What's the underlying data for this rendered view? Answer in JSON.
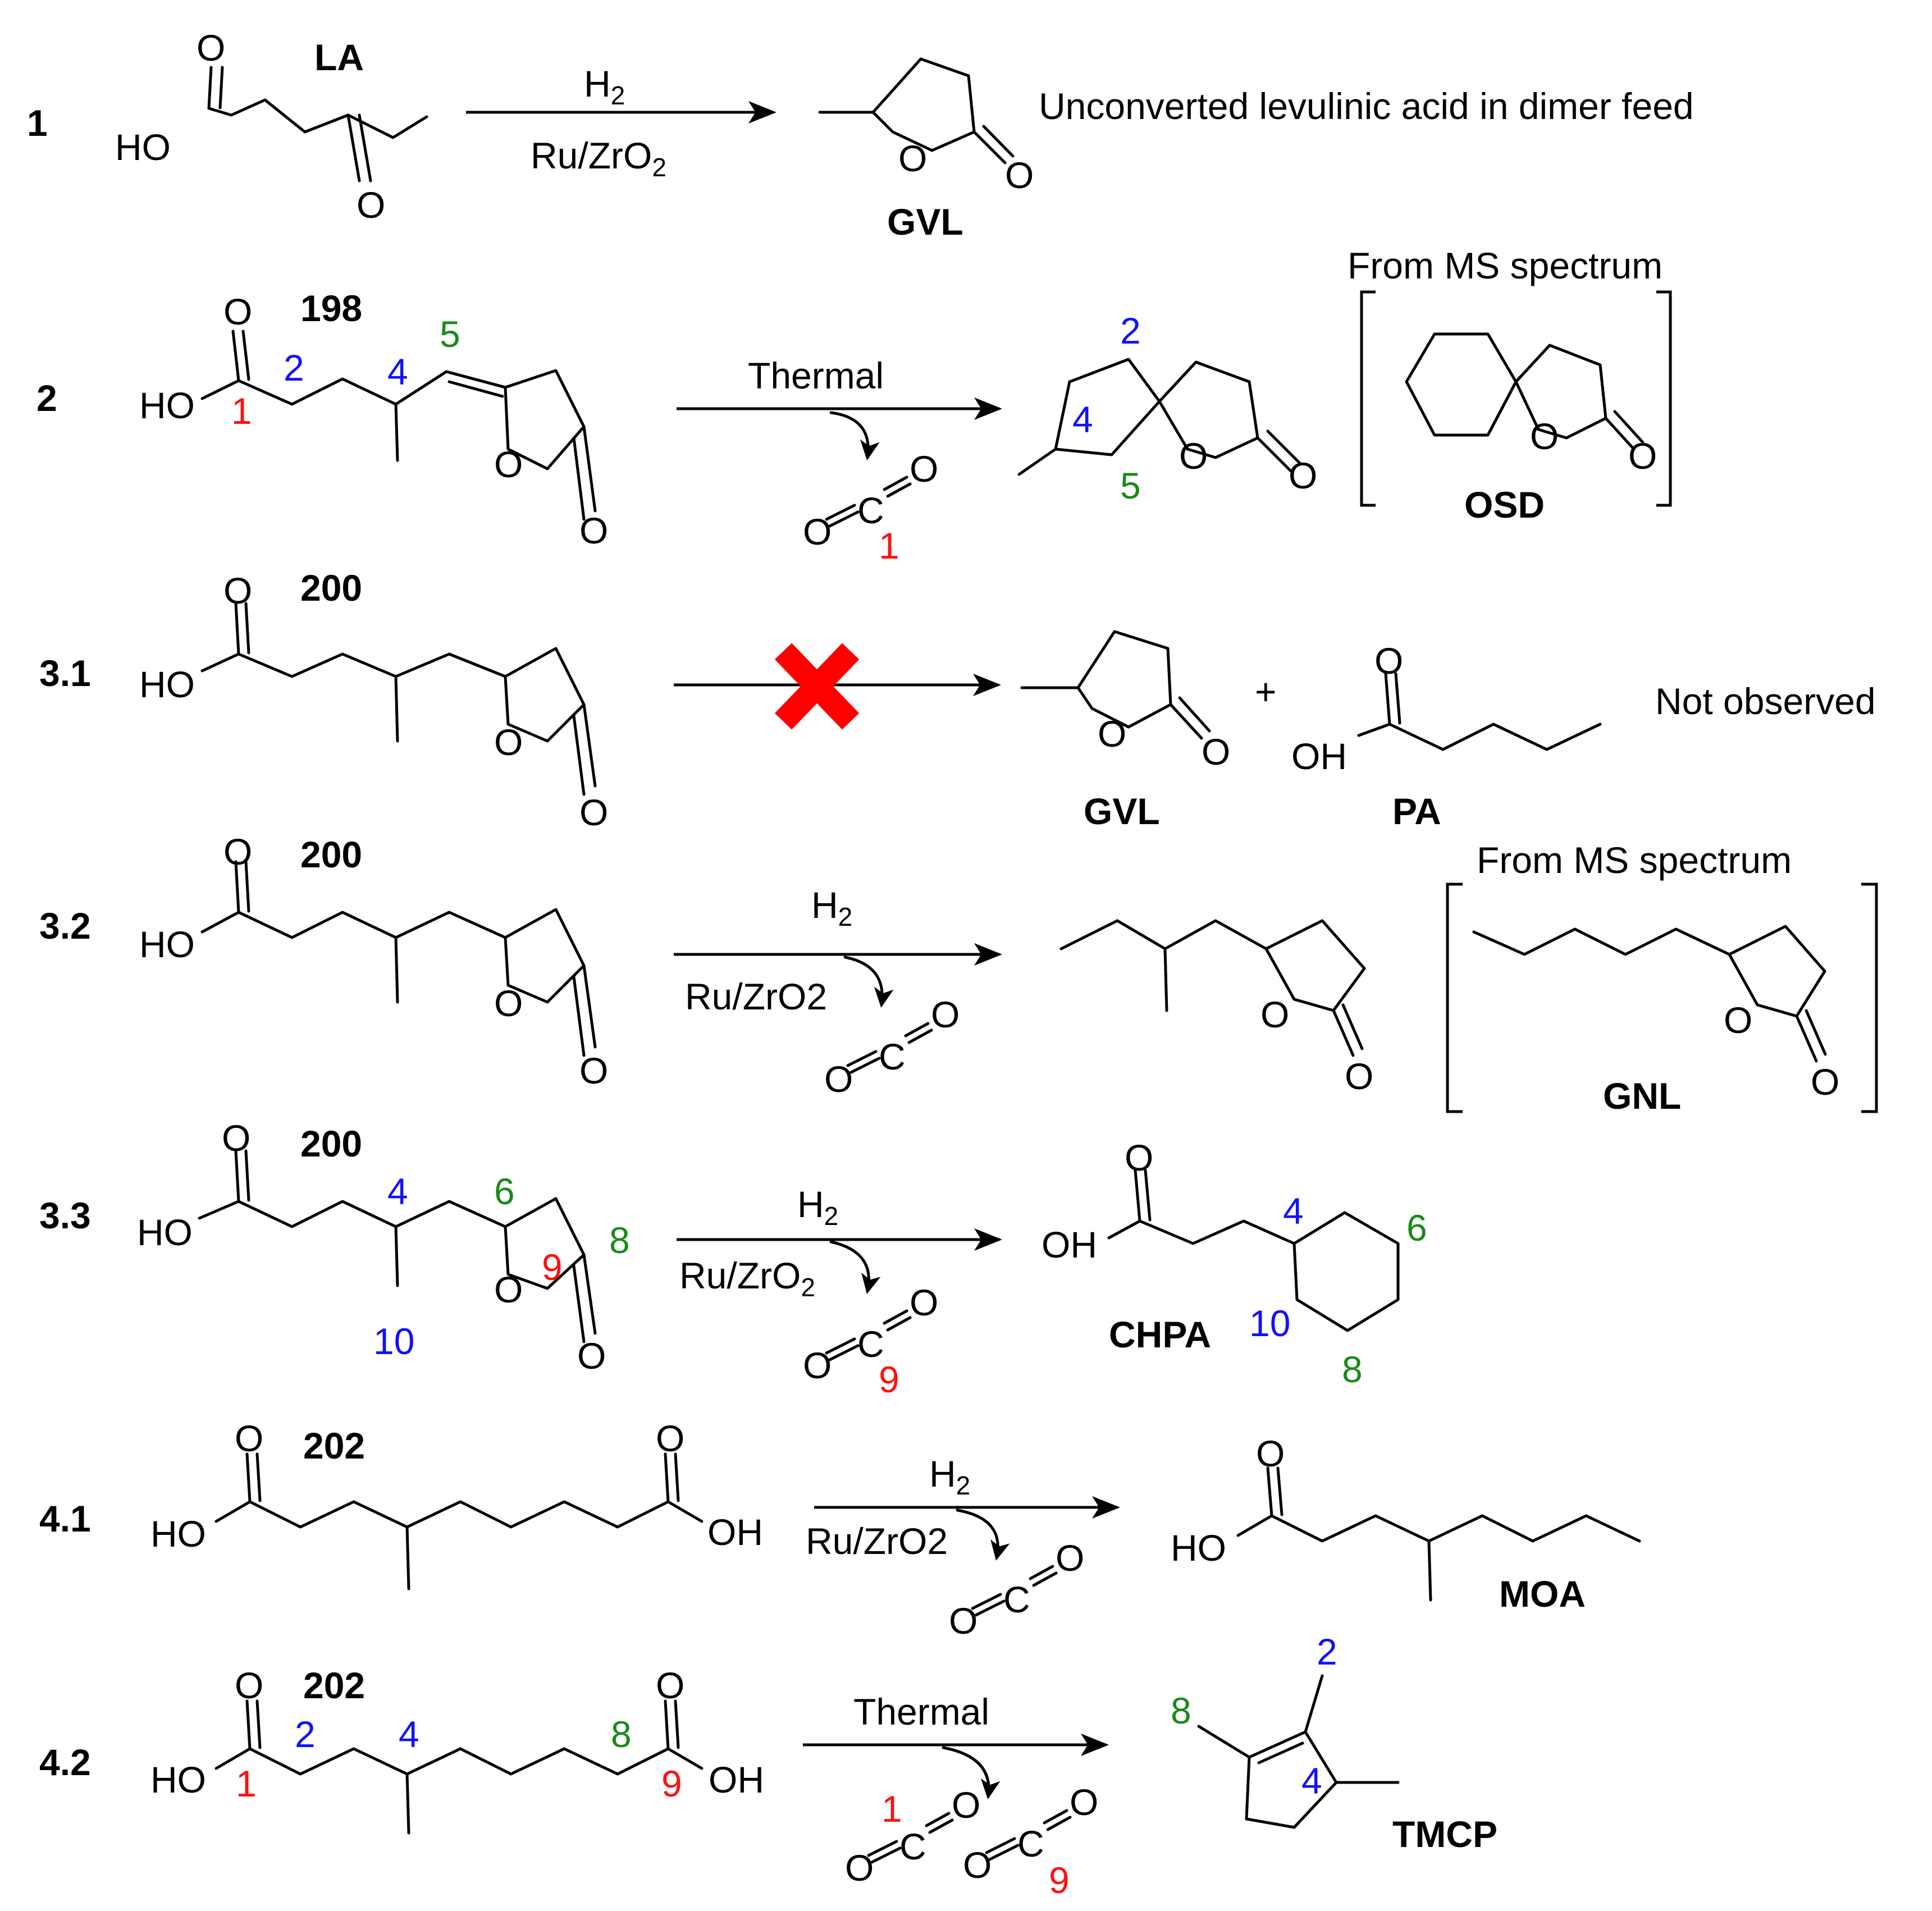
{
  "reactions": [
    {
      "id": "1",
      "reactant": "LA",
      "conditions_top": "H",
      "conditions_top_sub": "2",
      "conditions_bottom": "Ru/ZrO",
      "conditions_bottom_sub": "2",
      "product": "GVL",
      "note": "Unconverted levulinic acid in dimer feed"
    },
    {
      "id": "2",
      "reactant": "198",
      "conditions_top": "Thermal",
      "side_product": "CO2",
      "product_note": "From MS spectrum",
      "ms_product": "OSD"
    },
    {
      "id": "3.1",
      "reactant": "200",
      "products": [
        "GVL",
        "PA"
      ],
      "plus": "+",
      "note": "Not observed"
    },
    {
      "id": "3.2",
      "reactant": "200",
      "conditions_top": "H",
      "conditions_top_sub": "2",
      "conditions_bottom": "Ru/ZrO2",
      "product_note": "From MS spectrum",
      "ms_product": "GNL"
    },
    {
      "id": "3.3",
      "reactant": "200",
      "conditions_top": "H",
      "conditions_top_sub": "2",
      "conditions_bottom": "Ru/ZrO",
      "conditions_bottom_sub": "2",
      "product": "CHPA"
    },
    {
      "id": "4.1",
      "reactant": "202",
      "conditions_top": "H",
      "conditions_top_sub": "2",
      "conditions_bottom": "Ru/ZrO2",
      "product": "MOA"
    },
    {
      "id": "4.2",
      "reactant": "202",
      "conditions_top": "Thermal",
      "product": "TMCP"
    }
  ],
  "atoms": {
    "O": "O",
    "HO": "HO",
    "OH": "OH",
    "C": "C"
  },
  "numbers": {
    "n1": "1",
    "n2": "2",
    "n4": "4",
    "n5": "5",
    "n6": "6",
    "n8": "8",
    "n9": "9",
    "n10": "10"
  },
  "colors": {
    "blue": "#1010ff",
    "green": "#1a8a1a",
    "red": "#ff1010",
    "cross": "#ff0000"
  },
  "icons": {
    "blocked": "red-x-icon"
  }
}
